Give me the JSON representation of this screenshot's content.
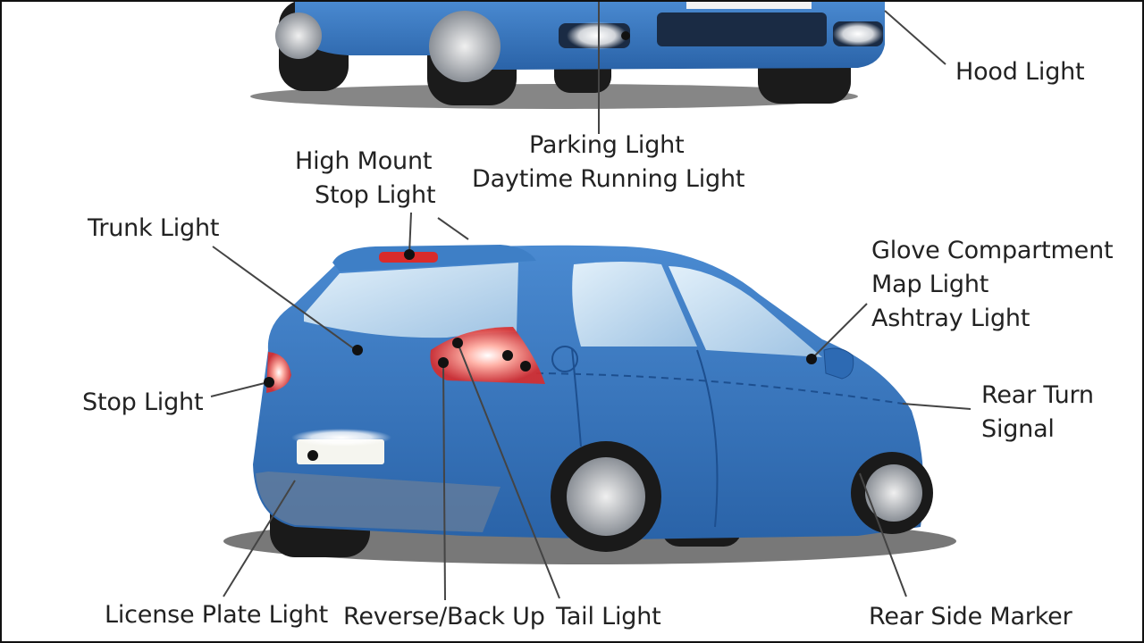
{
  "colors": {
    "car_body": "#2f72bd",
    "car_dark": "#1d4f8f",
    "glass": "#bcd8ee",
    "lamp_red": "#d92b2b",
    "leader": "#444444",
    "text": "#222222"
  },
  "labels": {
    "hood_light": "Hood Light",
    "parking_light": "Parking Light",
    "daytime_running_light": "Daytime Running Light",
    "high_mount_1": "High Mount",
    "high_mount_2": "Stop Light",
    "trunk_light": "Trunk Light",
    "glove_compartment": "Glove Compartment",
    "map_light": "Map Light",
    "ashtray_light": "Ashtray Light",
    "stop_light": "Stop Light",
    "rear_turn_1": "Rear Turn",
    "rear_turn_2": "Signal",
    "license_plate_light": "License Plate Light",
    "reverse_back_up": "Reverse/Back Up",
    "tail_light": "Tail Light",
    "rear_side_marker": "Rear Side Marker"
  }
}
